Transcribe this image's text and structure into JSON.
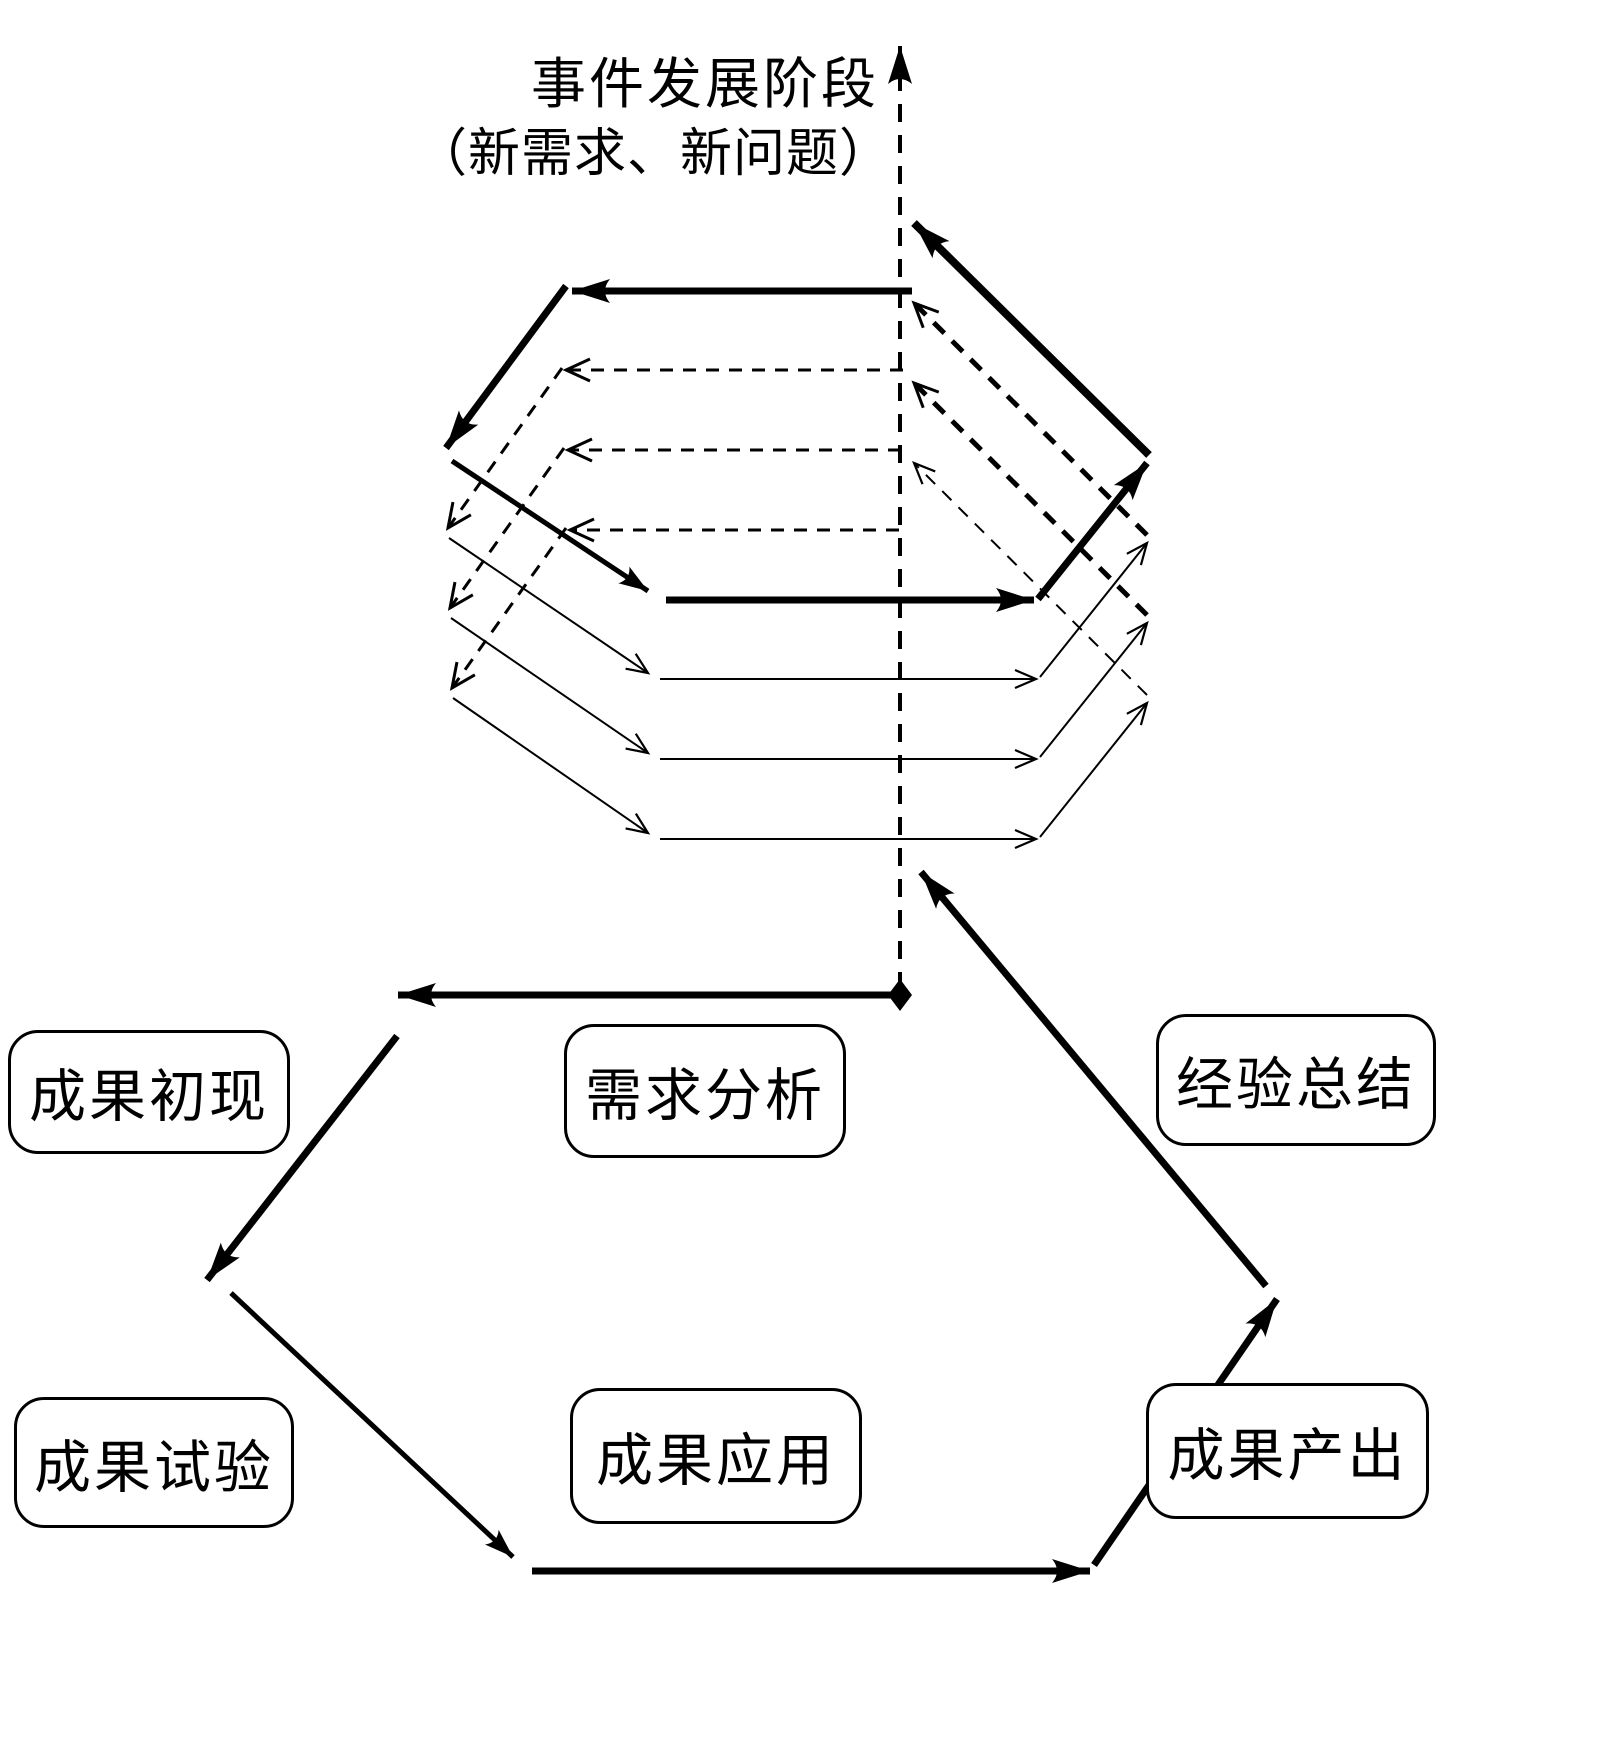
{
  "diagram": {
    "axis_title_line1": "事件发展阶段",
    "axis_title_line2": "（新需求、新问题）",
    "boxes": [
      {
        "id": "results-emerge",
        "label": "成果初现"
      },
      {
        "id": "demand-analysis",
        "label": "需求分析"
      },
      {
        "id": "experience-summary",
        "label": "经验总结"
      },
      {
        "id": "results-test",
        "label": "成果试验"
      },
      {
        "id": "results-apply",
        "label": "成果应用"
      },
      {
        "id": "results-output",
        "label": "成果产出"
      }
    ],
    "colors": {
      "line": "#000000",
      "background": "#ffffff"
    }
  }
}
